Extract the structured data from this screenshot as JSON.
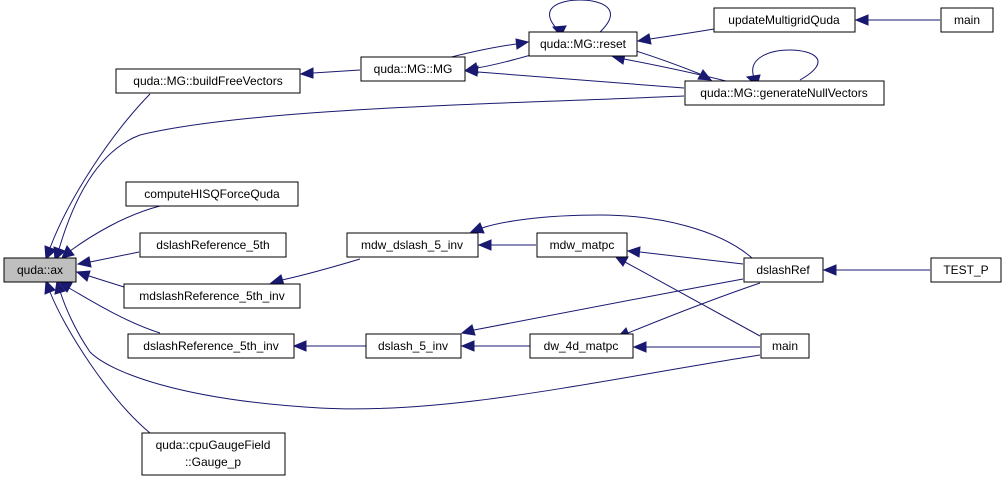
{
  "graph": {
    "nodes": [
      {
        "id": "ax",
        "lines": [
          "quda::ax"
        ]
      },
      {
        "id": "buildFreeVectors",
        "lines": [
          "quda::MG::buildFreeVectors"
        ]
      },
      {
        "id": "MG",
        "lines": [
          "quda::MG::MG"
        ]
      },
      {
        "id": "reset",
        "lines": [
          "quda::MG::reset"
        ]
      },
      {
        "id": "updateMultigridQuda",
        "lines": [
          "updateMultigridQuda"
        ]
      },
      {
        "id": "main_top",
        "lines": [
          "main"
        ]
      },
      {
        "id": "generateNullVectors",
        "lines": [
          "quda::MG::generateNullVectors"
        ]
      },
      {
        "id": "computeHISQForceQuda",
        "lines": [
          "computeHISQForceQuda"
        ]
      },
      {
        "id": "dslashReference_5th",
        "lines": [
          "dslashReference_5th"
        ]
      },
      {
        "id": "mdw_dslash_5_inv",
        "lines": [
          "mdw_dslash_5_inv"
        ]
      },
      {
        "id": "mdw_matpc",
        "lines": [
          "mdw_matpc"
        ]
      },
      {
        "id": "dslashRef",
        "lines": [
          "dslashRef"
        ]
      },
      {
        "id": "TEST_P",
        "lines": [
          "TEST_P"
        ]
      },
      {
        "id": "mdslashReference_5th_inv",
        "lines": [
          "mdslashReference_5th_inv"
        ]
      },
      {
        "id": "dslashReference_5th_inv",
        "lines": [
          "dslashReference_5th_inv"
        ]
      },
      {
        "id": "dslash_5_inv",
        "lines": [
          "dslash_5_inv"
        ]
      },
      {
        "id": "dw_4d_matpc",
        "lines": [
          "dw_4d_matpc"
        ]
      },
      {
        "id": "main_bottom",
        "lines": [
          "main"
        ]
      },
      {
        "id": "cpuGaugeField",
        "lines": [
          "quda::cpuGaugeField",
          "::Gauge_p"
        ]
      }
    ],
    "edges": [
      {
        "from": "buildFreeVectors",
        "to": "ax"
      },
      {
        "from": "generateNullVectors",
        "to": "ax"
      },
      {
        "from": "computeHISQForceQuda",
        "to": "ax"
      },
      {
        "from": "dslashReference_5th",
        "to": "ax"
      },
      {
        "from": "mdslashReference_5th_inv",
        "to": "ax"
      },
      {
        "from": "dslashReference_5th_inv",
        "to": "ax"
      },
      {
        "from": "main_bottom",
        "to": "ax"
      },
      {
        "from": "cpuGaugeField",
        "to": "ax"
      },
      {
        "from": "MG",
        "to": "buildFreeVectors"
      },
      {
        "from": "reset",
        "to": "MG"
      },
      {
        "from": "generateNullVectors",
        "to": "MG"
      },
      {
        "from": "MG",
        "to": "reset"
      },
      {
        "from": "reset",
        "to": "reset"
      },
      {
        "from": "updateMultigridQuda",
        "to": "reset"
      },
      {
        "from": "generateNullVectors",
        "to": "reset"
      },
      {
        "from": "main_top",
        "to": "updateMultigridQuda"
      },
      {
        "from": "reset",
        "to": "generateNullVectors"
      },
      {
        "from": "generateNullVectors",
        "to": "generateNullVectors"
      },
      {
        "from": "mdw_dslash_5_inv",
        "to": "mdslashReference_5th_inv"
      },
      {
        "from": "mdw_matpc",
        "to": "mdw_dslash_5_inv"
      },
      {
        "from": "dslashRef",
        "to": "mdw_dslash_5_inv"
      },
      {
        "from": "dslashRef",
        "to": "mdw_matpc"
      },
      {
        "from": "main_bottom",
        "to": "mdw_matpc"
      },
      {
        "from": "TEST_P",
        "to": "dslashRef"
      },
      {
        "from": "dslash_5_inv",
        "to": "dslashReference_5th_inv"
      },
      {
        "from": "dw_4d_matpc",
        "to": "dslash_5_inv"
      },
      {
        "from": "dslashRef",
        "to": "dslash_5_inv"
      },
      {
        "from": "dslashRef",
        "to": "dw_4d_matpc"
      },
      {
        "from": "main_bottom",
        "to": "dw_4d_matpc"
      }
    ]
  }
}
